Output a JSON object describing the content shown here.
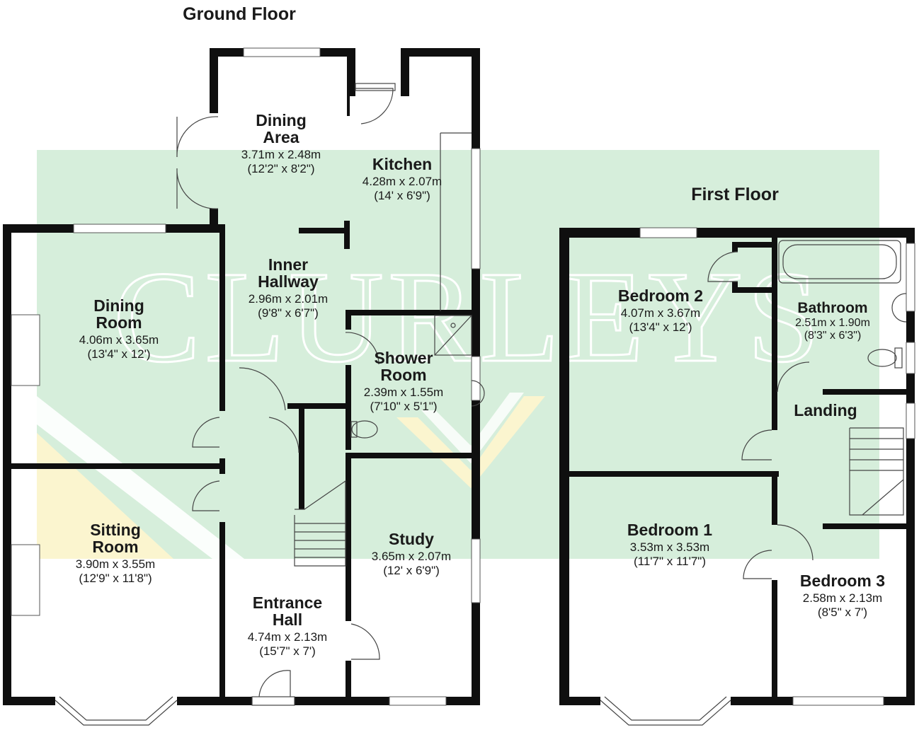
{
  "watermark": {
    "text": "CLURLEYS",
    "band_color": "#d6eedb",
    "chevron_color": "#fbf5cf"
  },
  "floors": [
    {
      "title": "Ground Floor"
    },
    {
      "title": "First Floor"
    }
  ],
  "rooms": {
    "dining_area": {
      "name_1": "Dining",
      "name_2": "Area",
      "metric": "3.71m x 2.48m",
      "imperial": "(12'2\" x 8'2\")"
    },
    "kitchen": {
      "name_1": "Kitchen",
      "metric": "4.28m x 2.07m",
      "imperial": "(14' x 6'9\")"
    },
    "inner_hallway": {
      "name_1": "Inner",
      "name_2": "Hallway",
      "metric": "2.96m x 2.01m",
      "imperial": "(9'8\" x 6'7\")"
    },
    "dining_room": {
      "name_1": "Dining",
      "name_2": "Room",
      "metric": "4.06m x 3.65m",
      "imperial": "(13'4\" x 12')"
    },
    "shower_room": {
      "name_1": "Shower",
      "name_2": "Room",
      "metric": "2.39m x 1.55m",
      "imperial": "(7'10\" x 5'1\")"
    },
    "sitting_room": {
      "name_1": "Sitting",
      "name_2": "Room",
      "metric": "3.90m x 3.55m",
      "imperial": "(12'9\" x 11'8\")"
    },
    "study": {
      "name_1": "Study",
      "metric": "3.65m x 2.07m",
      "imperial": "(12' x 6'9\")"
    },
    "entrance_hall": {
      "name_1": "Entrance",
      "name_2": "Hall",
      "metric": "4.74m x 2.13m",
      "imperial": "(15'7\" x 7')"
    },
    "bedroom_2": {
      "name_1": "Bedroom 2",
      "metric": "4.07m x 3.67m",
      "imperial": "(13'4\" x 12')"
    },
    "bathroom": {
      "name_1": "Bathroom",
      "metric": "2.51m x 1.90m",
      "imperial": "(8'3\" x 6'3\")"
    },
    "landing": {
      "name_1": "Landing"
    },
    "bedroom_1": {
      "name_1": "Bedroom 1",
      "metric": "3.53m x 3.53m",
      "imperial": "(11'7\" x 11'7\")"
    },
    "bedroom_3": {
      "name_1": "Bedroom 3",
      "metric": "2.58m x 2.13m",
      "imperial": "(8'5\" x 7')"
    }
  }
}
